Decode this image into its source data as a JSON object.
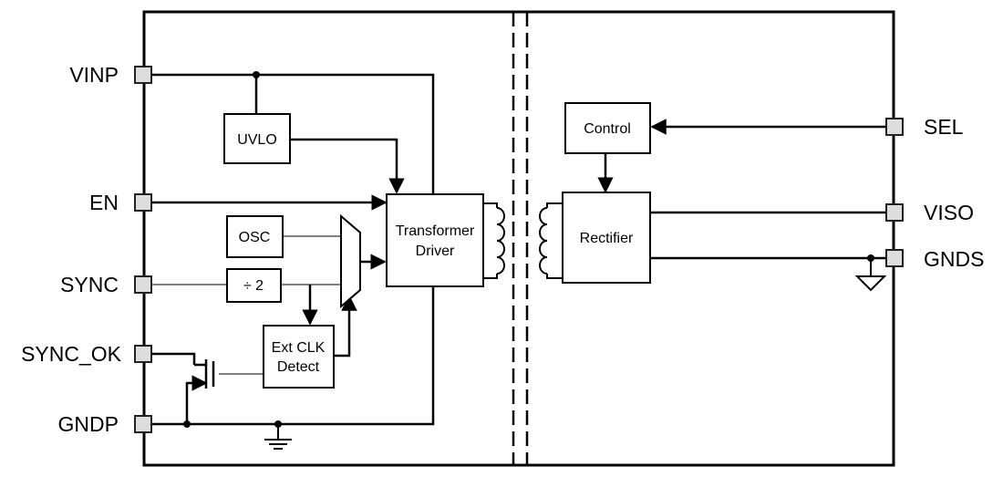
{
  "pins_left": {
    "vinp": "VINP",
    "en": "EN",
    "sync": "SYNC",
    "sync_ok": "SYNC_OK",
    "gndp": "GNDP"
  },
  "pins_right": {
    "sel": "SEL",
    "viso": "VISO",
    "gnds": "GNDS"
  },
  "blocks": {
    "uvlo": "UVLO",
    "osc": "OSC",
    "div2": "÷ 2",
    "ext_clk_line1": "Ext CLK",
    "ext_clk_line2": "Detect",
    "driver_line1": "Transformer",
    "driver_line2": "Driver",
    "control": "Control",
    "rectifier": "Rectifier"
  }
}
